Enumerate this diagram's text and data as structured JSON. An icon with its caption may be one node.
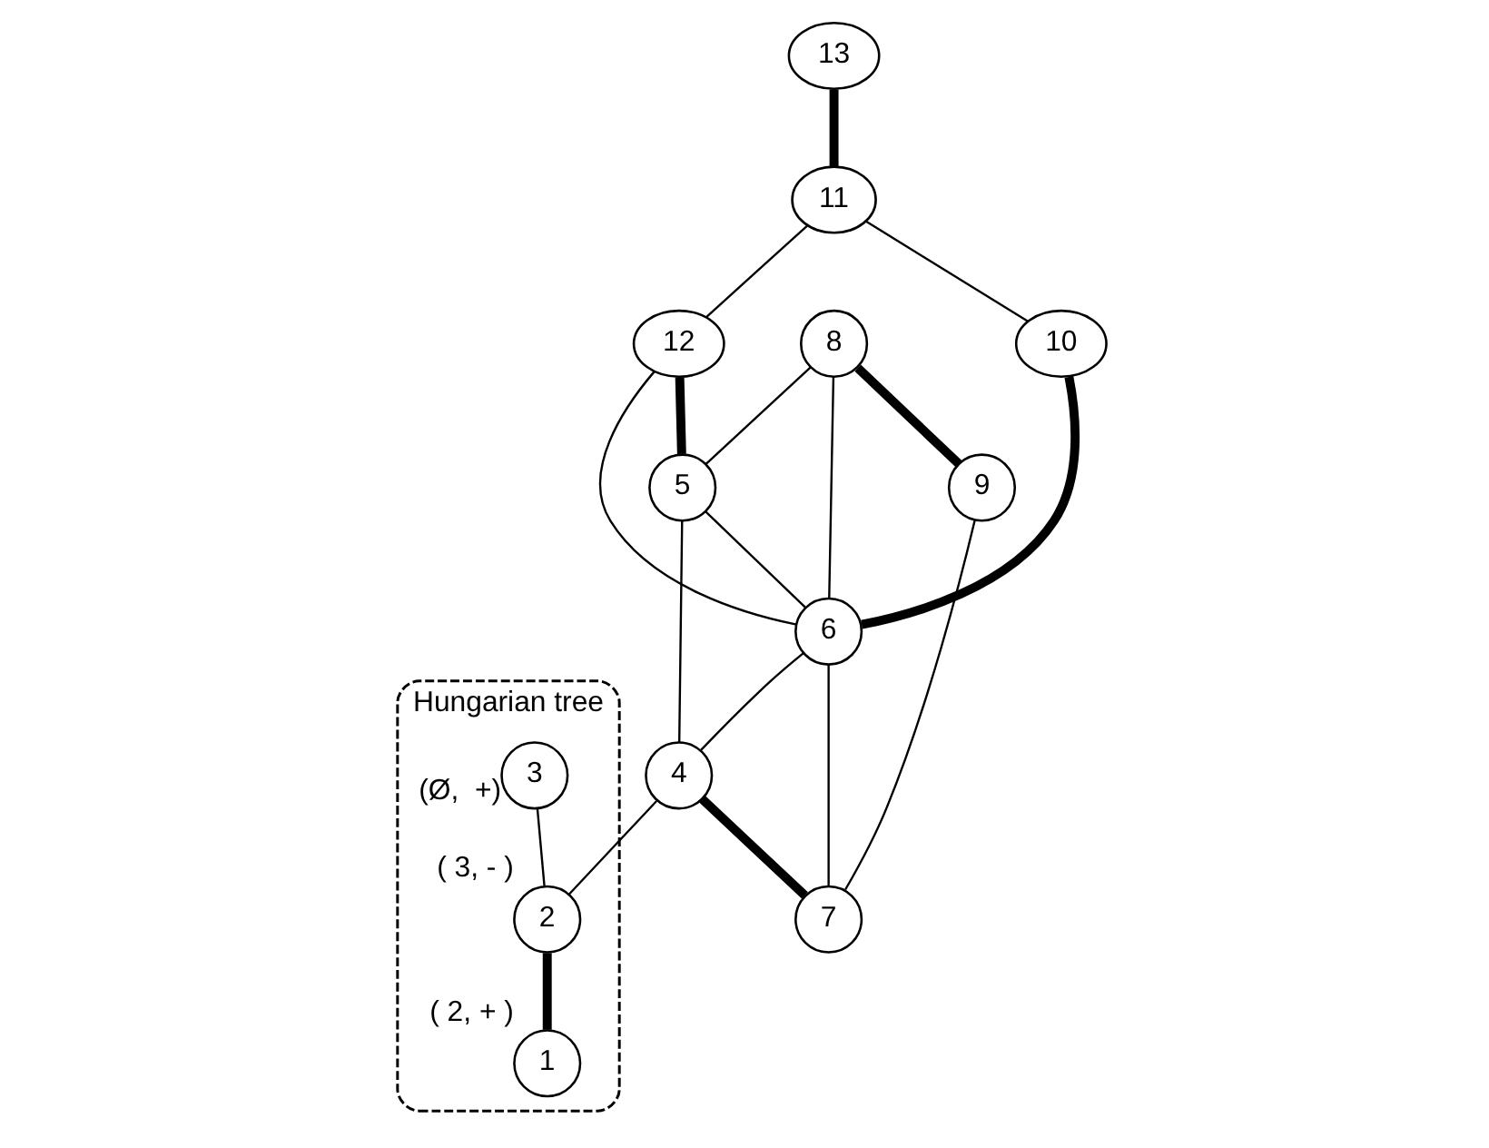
{
  "diagram": {
    "nodes": [
      {
        "text": [
          "Hungarian tree"
        ]
      },
      {
        "text": [
          "13"
        ]
      },
      {
        "text": [
          "11"
        ]
      },
      {
        "text": [
          "12"
        ]
      },
      {
        "text": [
          "8"
        ]
      },
      {
        "text": [
          "5"
        ]
      },
      {
        "text": [
          "3"
        ],
        "in": 0,
        "beside": [
          "(Ø,  +)"
        ]
      },
      {
        "text": [
          "10"
        ]
      },
      {
        "text": [
          "6"
        ]
      },
      {
        "text": [
          "4"
        ]
      },
      {
        "text": [
          "2"
        ],
        "in": 0,
        "beside": [
          "( 3, - )"
        ]
      },
      {
        "text": [
          "1"
        ],
        "in": 0,
        "beside": [
          "( 2, + )"
        ]
      },
      {
        "text": [
          "9"
        ]
      },
      {
        "text": [
          "7"
        ]
      }
    ],
    "edges": [
      {
        "from": 1,
        "to": 2,
        "arrow": "none",
        "style": "thick"
      },
      {
        "from": 2,
        "to": 3,
        "arrow": "none"
      },
      {
        "from": 2,
        "to": 7,
        "arrow": "none"
      },
      {
        "from": 3,
        "to": 5,
        "arrow": "none",
        "style": "thick"
      },
      {
        "from": 3,
        "to": 8,
        "arrow": "none"
      },
      {
        "from": 4,
        "to": 5,
        "arrow": "none"
      },
      {
        "from": 4,
        "to": 8,
        "arrow": "none"
      },
      {
        "from": 4,
        "to": 12,
        "arrow": "none",
        "style": "thick"
      },
      {
        "from": 5,
        "to": 8,
        "arrow": "none"
      },
      {
        "from": 5,
        "to": 9,
        "arrow": "none"
      },
      {
        "from": 7,
        "to": 8,
        "arrow": "none",
        "style": "thick"
      },
      {
        "from": 8,
        "to": 9,
        "arrow": "none"
      },
      {
        "from": 8,
        "to": 13,
        "arrow": "none"
      },
      {
        "from": 9,
        "to": 13,
        "arrow": "none",
        "style": "thick"
      },
      {
        "from": 12,
        "to": 13,
        "arrow": "none"
      },
      {
        "from": 9,
        "to": 10,
        "arrow": "none"
      },
      {
        "from": 6,
        "to": 10,
        "arrow": "none"
      },
      {
        "from": 10,
        "to": 11,
        "arrow": "none",
        "style": "thick"
      }
    ]
  }
}
